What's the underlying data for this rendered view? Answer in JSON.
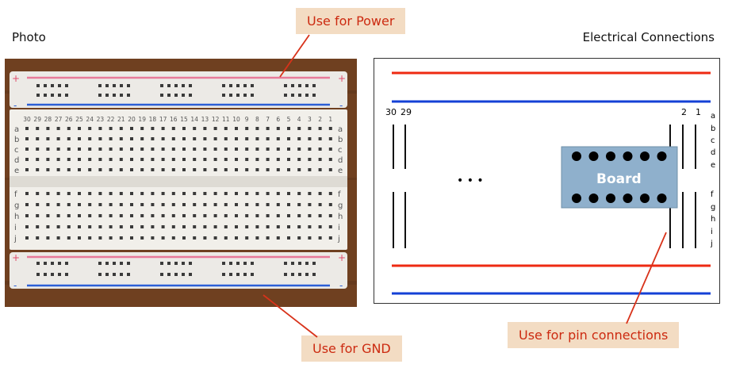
{
  "headings": {
    "photo": "Photo",
    "electrical": "Electrical Connections"
  },
  "callouts": {
    "power": "Use for Power",
    "gnd": "Use for GND",
    "pin": "Use for pin connections"
  },
  "breadboard_photo": {
    "column_numbers": [
      "30",
      "29",
      "28",
      "27",
      "26",
      "25",
      "24",
      "23",
      "22",
      "21",
      "20",
      "19",
      "18",
      "17",
      "16",
      "15",
      "14",
      "13",
      "12",
      "11",
      "10",
      "9",
      "8",
      "7",
      "6",
      "5",
      "4",
      "3",
      "2",
      "1"
    ],
    "top_rows": [
      "a",
      "b",
      "c",
      "d",
      "e"
    ],
    "bottom_rows": [
      "f",
      "g",
      "h",
      "i",
      "j"
    ],
    "plus_sign": "+",
    "minus_sign": "-"
  },
  "schematic": {
    "left_column_labels": [
      "30",
      "29"
    ],
    "right_column_labels": [
      "2",
      "1"
    ],
    "row_labels_top": [
      "a",
      "b",
      "c",
      "d",
      "e"
    ],
    "row_labels_bottom": [
      "f",
      "g",
      "h",
      "i",
      "j"
    ],
    "ellipsis": "• • •",
    "board_label": "Board"
  },
  "colors": {
    "power_rail": "#ee2a12",
    "gnd_rail": "#1440d6",
    "callout_bg": "#f3dcc3",
    "callout_text": "#cc2a10",
    "board_fill": "#8fb0cc"
  }
}
